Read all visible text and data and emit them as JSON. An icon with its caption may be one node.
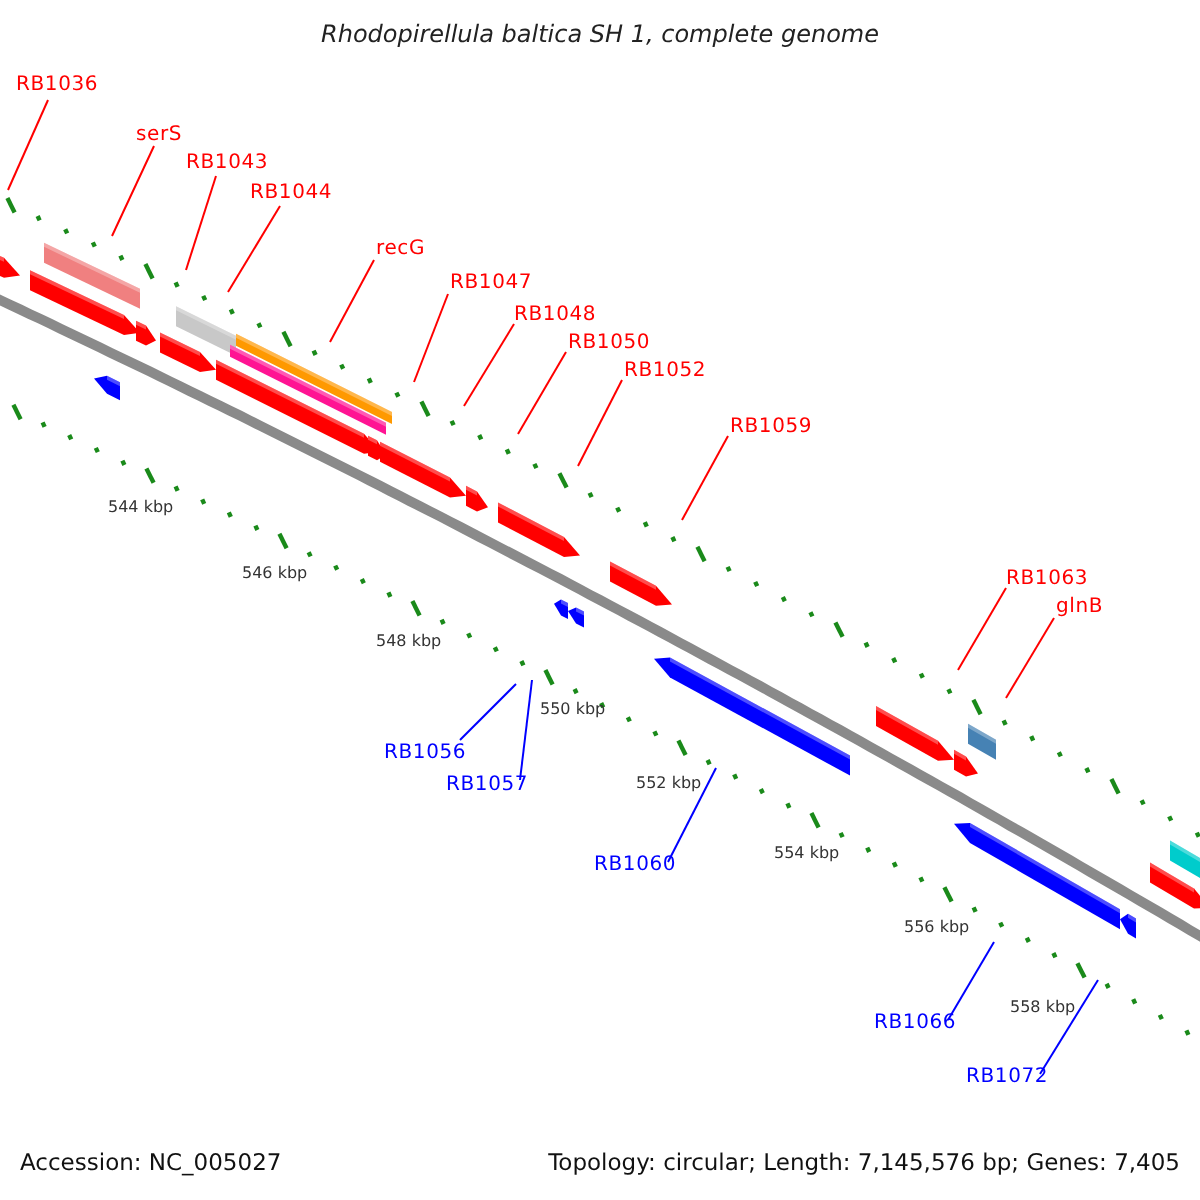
{
  "diagram": {
    "title": "Rhodopirellula baltica SH 1, complete genome",
    "nodes": [
      {
        "text": [
          "RB1036"
        ]
      },
      {
        "text": [
          "serS"
        ]
      },
      {
        "text": [
          "RB1043"
        ]
      },
      {
        "text": [
          "RB1044"
        ]
      },
      {
        "text": [
          "recG"
        ]
      },
      {
        "text": [
          "RB1047"
        ]
      },
      {
        "text": [
          "RB1048"
        ]
      },
      {
        "text": [
          "RB1050"
        ]
      },
      {
        "text": [
          "RB1052"
        ]
      },
      {
        "text": [
          "RB1059"
        ]
      },
      {
        "text": [
          "RB1063"
        ]
      },
      {
        "text": [
          "glnB"
        ]
      },
      {
        "text": [
          "RB1056"
        ]
      },
      {
        "text": [
          "RB1057"
        ]
      },
      {
        "text": [
          "RB1060"
        ]
      },
      {
        "text": [
          "RB1066"
        ]
      },
      {
        "text": [
          "RB1072"
        ]
      }
    ],
    "edges": [
      {
        "from": 0,
        "to": null,
        "arrow": "none"
      },
      {
        "from": 1,
        "to": null,
        "arrow": "none"
      },
      {
        "from": 2,
        "to": null,
        "arrow": "none"
      },
      {
        "from": 3,
        "to": null,
        "arrow": "none"
      },
      {
        "from": 4,
        "to": null,
        "arrow": "none"
      },
      {
        "from": 5,
        "to": null,
        "arrow": "none"
      },
      {
        "from": 6,
        "to": null,
        "arrow": "none"
      },
      {
        "from": 7,
        "to": null,
        "arrow": "none"
      },
      {
        "from": 8,
        "to": null,
        "arrow": "none"
      },
      {
        "from": 9,
        "to": null,
        "arrow": "none"
      },
      {
        "from": 10,
        "to": null,
        "arrow": "none"
      },
      {
        "from": 11,
        "to": null,
        "arrow": "none"
      },
      {
        "from": 12,
        "to": null,
        "arrow": "none",
        "color": "#0000ff"
      },
      {
        "from": 13,
        "to": null,
        "arrow": "none",
        "color": "#0000ff"
      },
      {
        "from": 14,
        "to": null,
        "arrow": "none",
        "color": "#0000ff"
      },
      {
        "from": 15,
        "to": null,
        "arrow": "none",
        "color": "#0000ff"
      },
      {
        "from": 16,
        "to": null,
        "arrow": "none",
        "color": "#0000ff"
      }
    ],
    "labels": [
      "544 kbp",
      "546 kbp",
      "548 kbp",
      "550 kbp",
      "552 kbp",
      "554 kbp",
      "556 kbp",
      "558 kbp",
      "Accession: NC_005027",
      "Topology: circular; Length: 7,145,576 bp; Genes: 7,405"
    ]
  }
}
